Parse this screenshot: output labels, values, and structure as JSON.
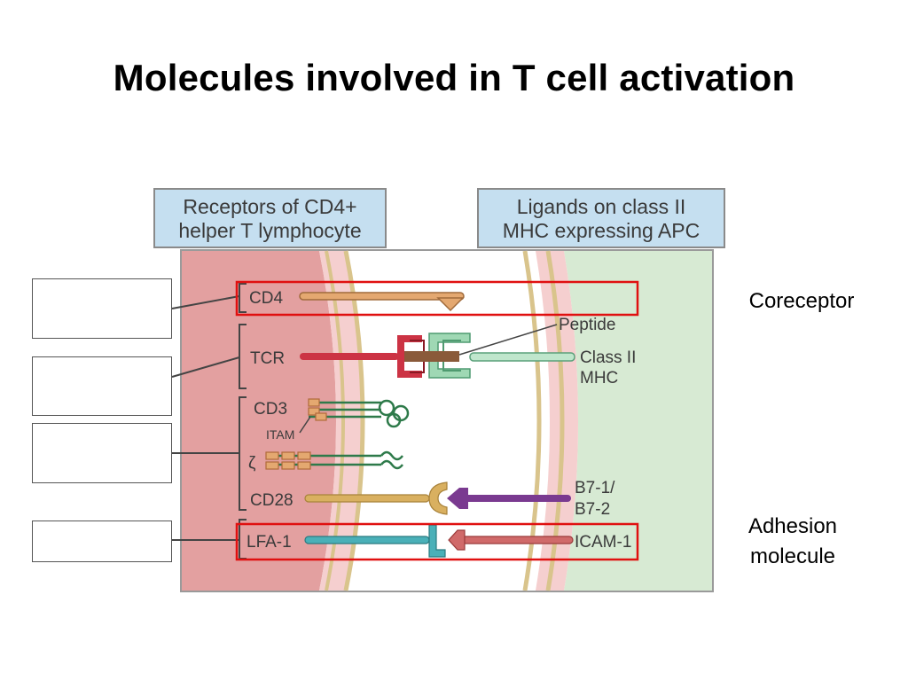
{
  "title": "Molecules involved in T cell activation",
  "headers": {
    "left_line1": "Receptors of CD4+",
    "left_line2": "helper T lymphocyte",
    "right_line1": "Ligands on class II",
    "right_line2": "MHC expressing APC"
  },
  "receptors": {
    "cd4": "CD4",
    "tcr": "TCR",
    "cd3": "CD3",
    "itam": "ITAM",
    "zeta": "ζ",
    "cd28": "CD28",
    "lfa1": "LFA-1"
  },
  "ligands": {
    "peptide": "Peptide",
    "class2_line1": "Class II",
    "class2_line2": "MHC",
    "b7_line1": "B7-1/",
    "b7_line2": "B7-2",
    "icam1": "ICAM-1"
  },
  "annotations": {
    "coreceptor": "Coreceptor",
    "adhesion_line1": "Adhesion",
    "adhesion_line2": "molecule"
  },
  "colors": {
    "t_cell": "#e3a0a0",
    "apc": "#d7ead3",
    "membrane": "#d9c48c",
    "highlight": "#e01010",
    "cd4": "#e4a870",
    "tcr": "#cc3344",
    "mhc": "#8fcfa8",
    "cd3": "#2e7a4a",
    "cd28": "#d9b060",
    "b7": "#7a3a90",
    "lfa1": "#4ab0b8",
    "icam1": "#d06a6a"
  }
}
